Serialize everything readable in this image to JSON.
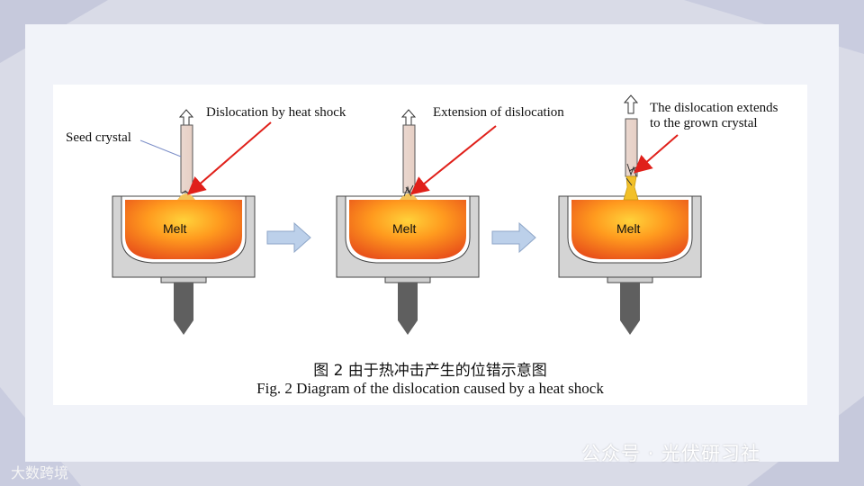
{
  "diagram": {
    "seed_label": "Seed crystal",
    "panels": [
      {
        "annotation": "Dislocation by heat shock",
        "melt": "Melt"
      },
      {
        "annotation": "Extension of dislocation",
        "melt": "Melt"
      },
      {
        "annotation": "The dislocation extends\nto the grown crystal",
        "melt": "Melt"
      }
    ],
    "caption_cn": "图 2    由于热冲击产生的位错示意图",
    "caption_en": "Fig. 2    Diagram of the dislocation caused by a heat shock"
  },
  "watermarks": {
    "brand": "大数跨境",
    "wechat": "公众号 · 光伏研习社"
  },
  "colors": {
    "melt_outer": "#e8501a",
    "melt_inner": "#ffd23a",
    "crucible": "#d4d4d4",
    "arrow_red": "#e0201a",
    "flow_arrow": "#bcd0ea"
  }
}
